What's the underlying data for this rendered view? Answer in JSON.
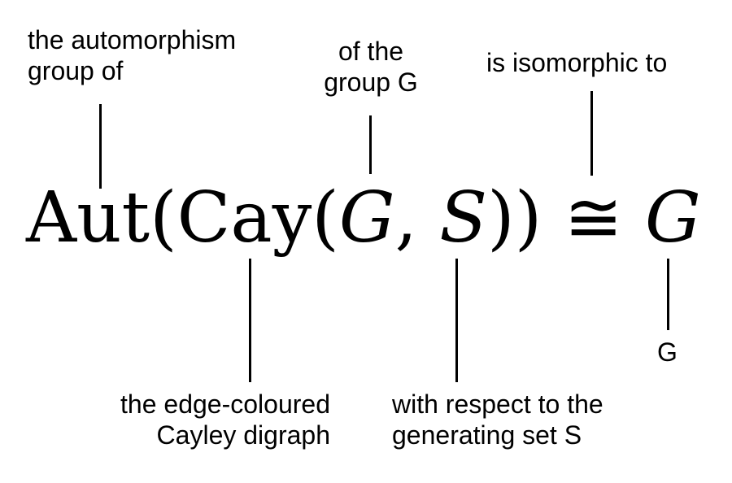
{
  "annotations": {
    "aut": [
      "the automorphism",
      "group of"
    ],
    "group": [
      "of the",
      "group G"
    ],
    "iso": [
      "is isomorphic to"
    ],
    "target": [
      "G"
    ],
    "cay": [
      "the edge-coloured",
      "Cayley digraph"
    ],
    "set": [
      "with respect to the",
      "generating set S"
    ]
  },
  "formula": {
    "aut": "Aut",
    "open1": "(",
    "cay": "Cay",
    "open2": "(",
    "g": "G",
    "comma": ", ",
    "s": "S",
    "close": "))",
    "iso_symbol": " ≅ ",
    "rhs": "G"
  }
}
